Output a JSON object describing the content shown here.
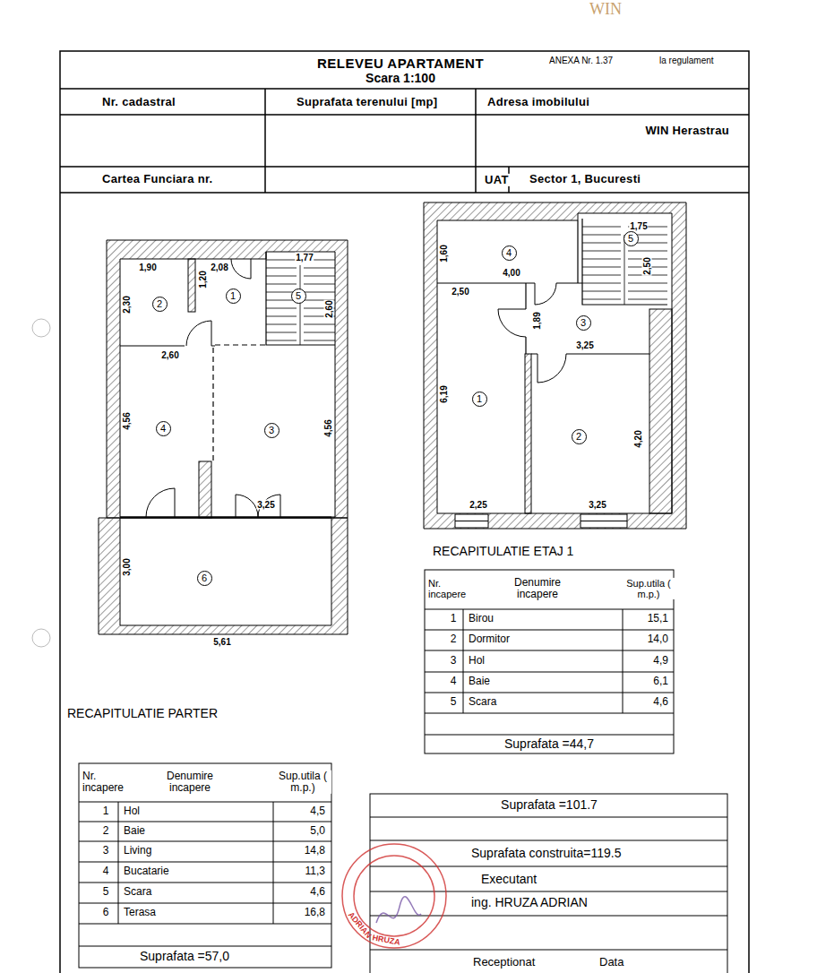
{
  "diagram": {
    "title": "RELEVEU APARTAMENT",
    "nodes": [
      {
        "text": [
          "1"
        ]
      },
      {
        "text": [
          "2"
        ]
      },
      {
        "text": [
          "3"
        ]
      },
      {
        "text": [
          "4"
        ]
      },
      {
        "text": [
          "5"
        ]
      },
      {
        "text": [
          "6"
        ]
      },
      {
        "text": [
          "1"
        ]
      },
      {
        "text": [
          "2"
        ]
      },
      {
        "text": [
          "3"
        ]
      },
      {
        "text": [
          "4"
        ]
      },
      {
        "text": [
          "5"
        ]
      }
    ],
    "labels": [
      "WIN",
      "Scara 1:100",
      "ANEXA Nr. 1.37",
      "la regulament",
      "Nr. cadastral",
      "Suprafata terenului [mp]",
      "Adresa imobilului",
      "WIN Herastrau",
      "Cartea Funciara nr.",
      "UAT",
      "Sector 1, Bucuresti",
      "1,90",
      "2,08",
      "1,77",
      "1,20",
      "2,30",
      "2,60",
      "2,60",
      "4,56",
      "4,56",
      "3,25",
      "3,00",
      "5,61",
      "1,60",
      "4,00",
      "1,75",
      "2,50",
      "2,50",
      "1,89",
      "3,25",
      "6,19",
      "4,20",
      "2,25",
      "3,25",
      "RECAPITULATIE ETAJ 1",
      "Nr. incapere",
      "Denumire incapere",
      "Sup.utila ( m.p.)",
      "1",
      "Birou",
      "15,1",
      "2",
      "Dormitor",
      "14,0",
      "3",
      "Hol",
      "4,9",
      "4",
      "Baie",
      "6,1",
      "5",
      "Scara",
      "4,6",
      "Suprafata =44,7",
      "RECAPITULATIE PARTER",
      "Nr. incapere",
      "Denumire incapere",
      "Sup.utila ( m.p.)",
      "1",
      "Hol",
      "4,5",
      "2",
      "Baie",
      "5,0",
      "3",
      "Living",
      "14,8",
      "4",
      "Bucatarie",
      "11,3",
      "5",
      "Scara",
      "4,6",
      "6",
      "Terasa",
      "16,8",
      "Suprafata =57,0",
      "Suprafata =101.7",
      "Suprafata construita=119.5",
      "Executant",
      "ing. HRUZA ADRIAN",
      "Receptionat",
      "Data",
      "ADRIAN",
      "HRUZA"
    ]
  }
}
